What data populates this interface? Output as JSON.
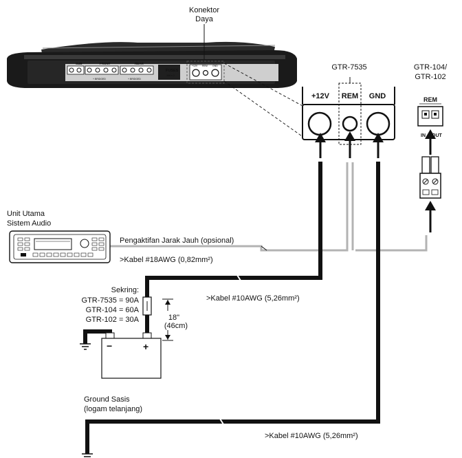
{
  "labels": {
    "power_connector": [
      "Konektor",
      "Daya"
    ],
    "model_7535": "GTR-7535",
    "model_104_102": [
      "GTR-104/",
      "GTR-102"
    ],
    "terminal_12v": "+12V",
    "terminal_rem": "REM",
    "terminal_gnd": "GND",
    "small_rem": "REM",
    "small_in": "IN",
    "small_out": "OUT",
    "head_unit": [
      "Unit Utama",
      "Sistem Audio"
    ],
    "remote_turn_on": "Pengaktifan Jarak Jauh (opsional)",
    "cable_18awg": ">Kabel #18AWG (0,82mm²)",
    "fuse_title": "Sekring:",
    "fuse_lines": [
      "GTR-7535 = 90A",
      "GTR-104 = 60A",
      "GTR-102 = 30A"
    ],
    "cable_10awg_top": ">Kabel #10AWG (5,26mm²)",
    "distance": [
      "18\"",
      "(46cm)"
    ],
    "battery_minus": "−",
    "battery_plus": "+",
    "chassis_ground": [
      "Ground Sasis",
      "(logam telanjang)"
    ],
    "cable_10awg_bottom": ">Kabel #10AWG (5,26mm²)"
  },
  "amp_panel": {
    "sub": "SUB",
    "front": "FRONT",
    "rear": "REAR",
    "bridged": "+ BRIDGED",
    "fuses": "FUSES",
    "fuses_rating": "30A x 3",
    "pw_12v": "+12V",
    "pw_rem": "REM",
    "pw_gnd": "GND"
  },
  "colors": {
    "heavy_wire": "#111111",
    "remote_wire": "#b3b3b3",
    "amp_body": "#1a1a1a"
  }
}
